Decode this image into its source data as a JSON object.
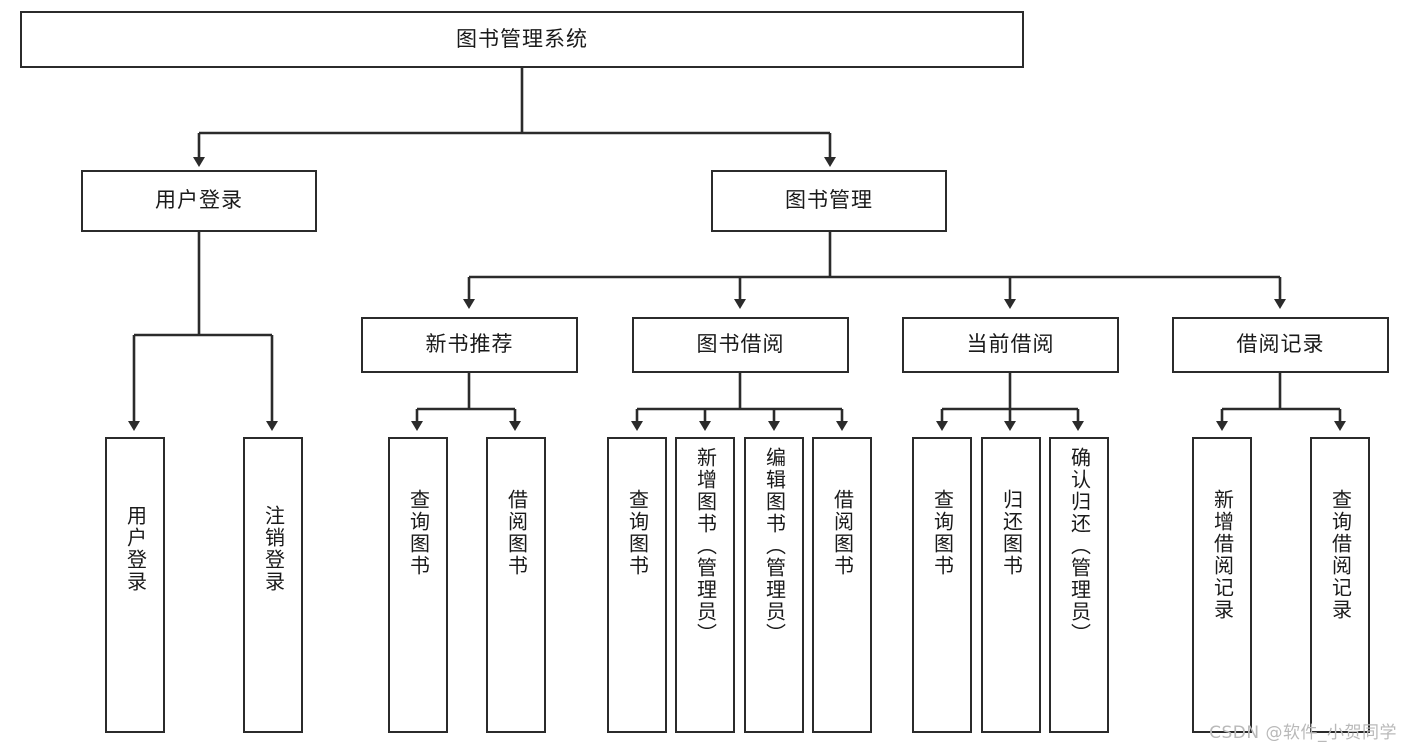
{
  "diagram": {
    "title": "图书管理系统",
    "root": {
      "label": "图书管理系统"
    },
    "level2": [
      {
        "label": "用户登录"
      },
      {
        "label": "图书管理"
      }
    ],
    "level3": [
      {
        "label": "新书推荐"
      },
      {
        "label": "图书借阅"
      },
      {
        "label": "当前借阅"
      },
      {
        "label": "借阅记录"
      }
    ],
    "leaves": {
      "user_login": [
        {
          "label": "用户登录"
        },
        {
          "label": "注销登录"
        }
      ],
      "new_book_recommend": [
        {
          "label": "查询图书"
        },
        {
          "label": "借阅图书"
        }
      ],
      "book_borrow": [
        {
          "label": "查询图书"
        },
        {
          "label": "新增图书（管理员）"
        },
        {
          "label": "编辑图书（管理员）"
        },
        {
          "label": "借阅图书"
        }
      ],
      "current_borrow": [
        {
          "label": "查询图书"
        },
        {
          "label": "归还图书"
        },
        {
          "label": "确认归还（管理员）"
        }
      ],
      "borrow_records": [
        {
          "label": "新增借阅记录"
        },
        {
          "label": "查询借阅记录"
        }
      ]
    }
  },
  "watermark": {
    "text": "CSDN @软件_小贺同学"
  },
  "colors": {
    "stroke": "#2b2b2b",
    "background": "#ffffff",
    "text": "#1a1a1a",
    "watermark": "#b9b9b9"
  }
}
